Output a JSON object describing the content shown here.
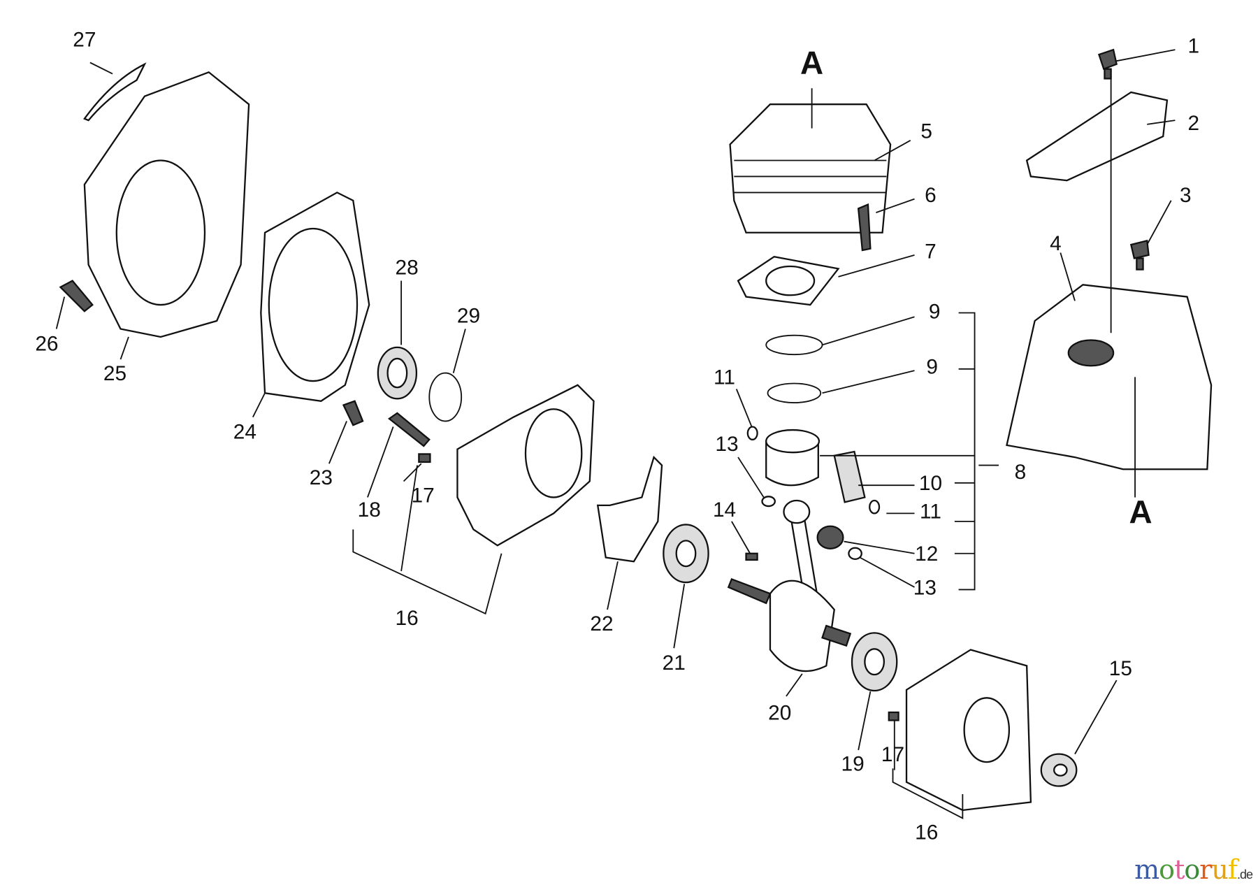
{
  "diagram": {
    "labels": [
      "27",
      "1",
      "A",
      "2",
      "5",
      "6",
      "3",
      "4",
      "7",
      "28",
      "29",
      "9",
      "26",
      "9",
      "25",
      "11",
      "24",
      "13",
      "8",
      "23",
      "10",
      "17",
      "18",
      "14",
      "11",
      "A",
      "12",
      "13",
      "16",
      "22",
      "21",
      "15",
      "20",
      "17",
      "19",
      "16"
    ]
  },
  "watermark": {
    "brand": "motoruf",
    "tld": ".de",
    "colors": [
      "#3b5ba5",
      "#4a9a3a",
      "#e0609a",
      "#3b8a3a",
      "#e05a1a",
      "#e0a020",
      "#f0c000"
    ]
  }
}
